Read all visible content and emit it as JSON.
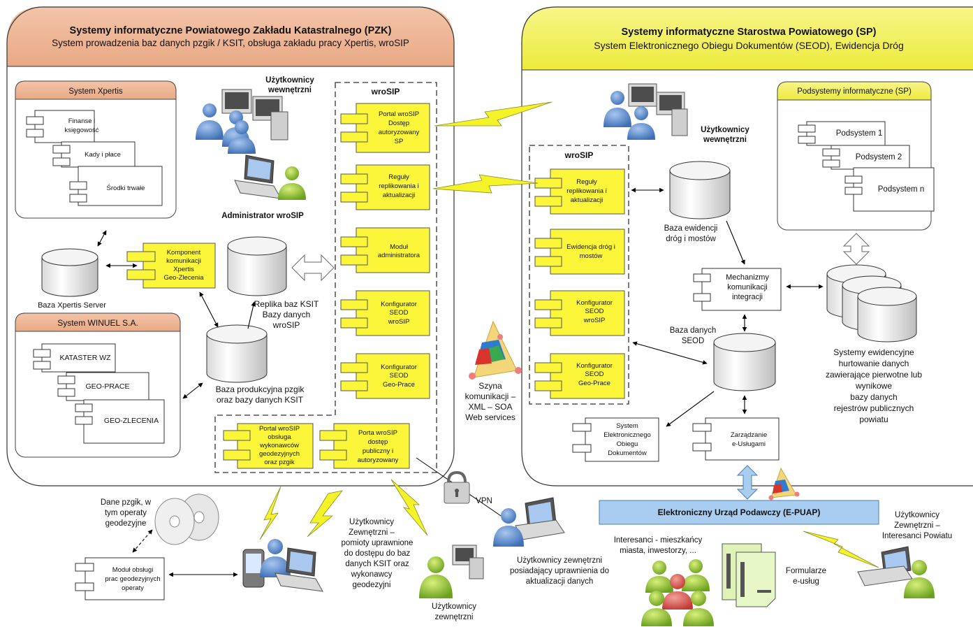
{
  "pzk": {
    "title": "Systemy informatyczne Powiatowego Zakładu Katastralnego (PZK)",
    "subtitle": "System prowadzenia baz danych pzgik / KSIT, obsługa zakładu pracy Xpertis, wroSIP",
    "xpertis": {
      "title": "System Xpertis",
      "modules": [
        "Finanse i",
        "księgowość",
        "Kady i płace",
        "Środki trwałe"
      ]
    },
    "winuel": {
      "title": "System WINUEL S.A.",
      "modules": [
        "KATASTER WZ",
        "GEO-PRACE",
        "GEO-ZLECENIA"
      ]
    },
    "users_internal": [
      "Użytkownicy",
      "wewnętrzni"
    ],
    "admin": "Administrator wroSIP",
    "xpertis_db": "Baza Xpertis Server",
    "component": [
      "Komponent",
      "komunikacji",
      "Xpertis",
      "Geo-Zlecenia"
    ],
    "replica": [
      "Replika baz KSIT",
      "Bazy danych",
      "wroSIP"
    ],
    "production": [
      "Baza produkcyjna pzgik",
      "oraz bazy danych KSIT"
    ],
    "wrosip": {
      "title": "wroSIP",
      "portal_sp": [
        "Portal wroSIP",
        "Dostęp",
        "autoryzowany",
        "SP"
      ],
      "replication": [
        "Reguły",
        "replikowania i",
        "aktualizacji"
      ],
      "admin_module": [
        "Moduł",
        "administratora"
      ],
      "seod_config": [
        "Konfigurator",
        "SEOD",
        "wroSIP"
      ],
      "geo_config": [
        "Konfigurator",
        "SEOD",
        "Geo-Prace"
      ],
      "portal_geo": [
        "Portal wroSIP",
        "obsługa",
        "wykonawców",
        "geodezyjnych",
        "oraz pzgik"
      ],
      "portal_public": [
        "Porta wroSIP",
        "dostęp",
        "publiczny i",
        "autoryzowany"
      ]
    }
  },
  "sp": {
    "title": "Systemy informatyczne Starostwa Powiatowego (SP)",
    "subtitle": "System Elektronicznego Obiegu Dokumentów (SEOD), Ewidencja Dróg",
    "users_internal": [
      "Użytkownicy",
      "wewnętrzni"
    ],
    "subsystems": {
      "title": "Podsystemy informatyczne (SP)",
      "items": [
        "Podsystem 1",
        "Podsystem 2",
        "Podsystem n"
      ]
    },
    "wrosip": {
      "title": "wroSIP",
      "replication": [
        "Reguły",
        "replikowania i",
        "aktualizacji"
      ],
      "roads": [
        "Ewidencja dróg i",
        "mostów"
      ],
      "seod_config": [
        "Konfigurator",
        "SEOD",
        "wroSIP"
      ],
      "geo_config": [
        "Konfigurator",
        "SEOD",
        "Geo-Prace"
      ]
    },
    "roads_db": [
      "Baza ewidencji",
      "dróg i mostów"
    ],
    "mechanisms": [
      "Mechanizmy",
      "komunikacji",
      "integracji"
    ],
    "seod_db": [
      "Baza danych",
      "SEOD"
    ],
    "seod_system": [
      "System",
      "Elektronicznego",
      "Obiegu",
      "Dokumentów"
    ],
    "eservices": [
      "Zarządzanie",
      "e-Usługami"
    ],
    "registers": [
      "Systemy ewidencyjne",
      "hurtowanie danych",
      "zawierające pierwotne lub",
      "wynikowe",
      "bazy danych",
      "rejestrów publicznych",
      "powiatu"
    ]
  },
  "bus": [
    "Szyna",
    "komunikacji –",
    "XML – SOA",
    "Web services"
  ],
  "bottom": {
    "geo_data": [
      "Dane pzgik, w",
      "tym operaty",
      "geodezyjne"
    ],
    "module": [
      "Moduł obsługi",
      "prac geodezyjnych",
      "operaty"
    ],
    "ext_users": [
      "Użytkownicy",
      "Zewnętrzni –",
      "pomioty uprawnione",
      "do dostępu do baz",
      "danych KSIT oraz",
      "wykonawcy",
      "geodezyjni"
    ],
    "ext_users2": [
      "Użytkownicy",
      "zewnętrzni"
    ],
    "vpn": "VPN",
    "ext_vpn": [
      "Użytkownicy zewnętrzni",
      "posiadający uprawnienia do",
      "aktualizacji danych"
    ],
    "epuap": "Elektroniczny Urząd Podawczy (E-PUAP)",
    "residents": [
      "Interesanci - mieszkańcy",
      "miasta, inwestorzy, ..."
    ],
    "forms": [
      "Formularze",
      "e-usług"
    ],
    "county_users": [
      "Użytkownicy",
      "Zewnętrzni –",
      "Interesanci Powiatu"
    ]
  }
}
